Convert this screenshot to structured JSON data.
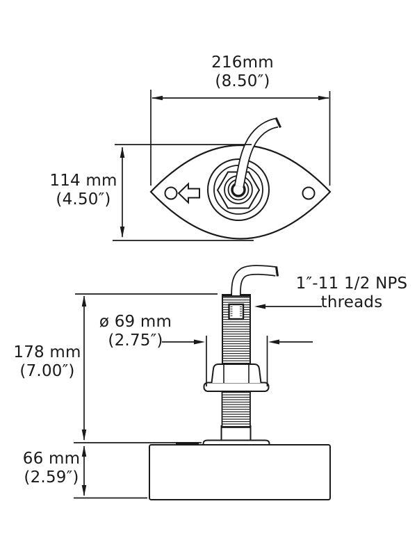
{
  "drawing": {
    "labels": {
      "top_width": {
        "metric": "216mm",
        "imperial": "(8.50″)"
      },
      "top_height": {
        "metric": "114 mm",
        "imperial": "(4.50″)"
      },
      "stem_height": {
        "metric": "178 mm",
        "imperial": "(7.00″)"
      },
      "body_height": {
        "metric": "66 mm",
        "imperial": "(2.59″)"
      },
      "nut_diameter": {
        "metric": "ø 69 mm",
        "imperial": "(2.75″)"
      },
      "threads_note": {
        "line1": "1″-11 1/2 NPS",
        "line2": "threads"
      }
    },
    "colors": {
      "line": "#1a1a1a",
      "background": "#ffffff"
    }
  }
}
